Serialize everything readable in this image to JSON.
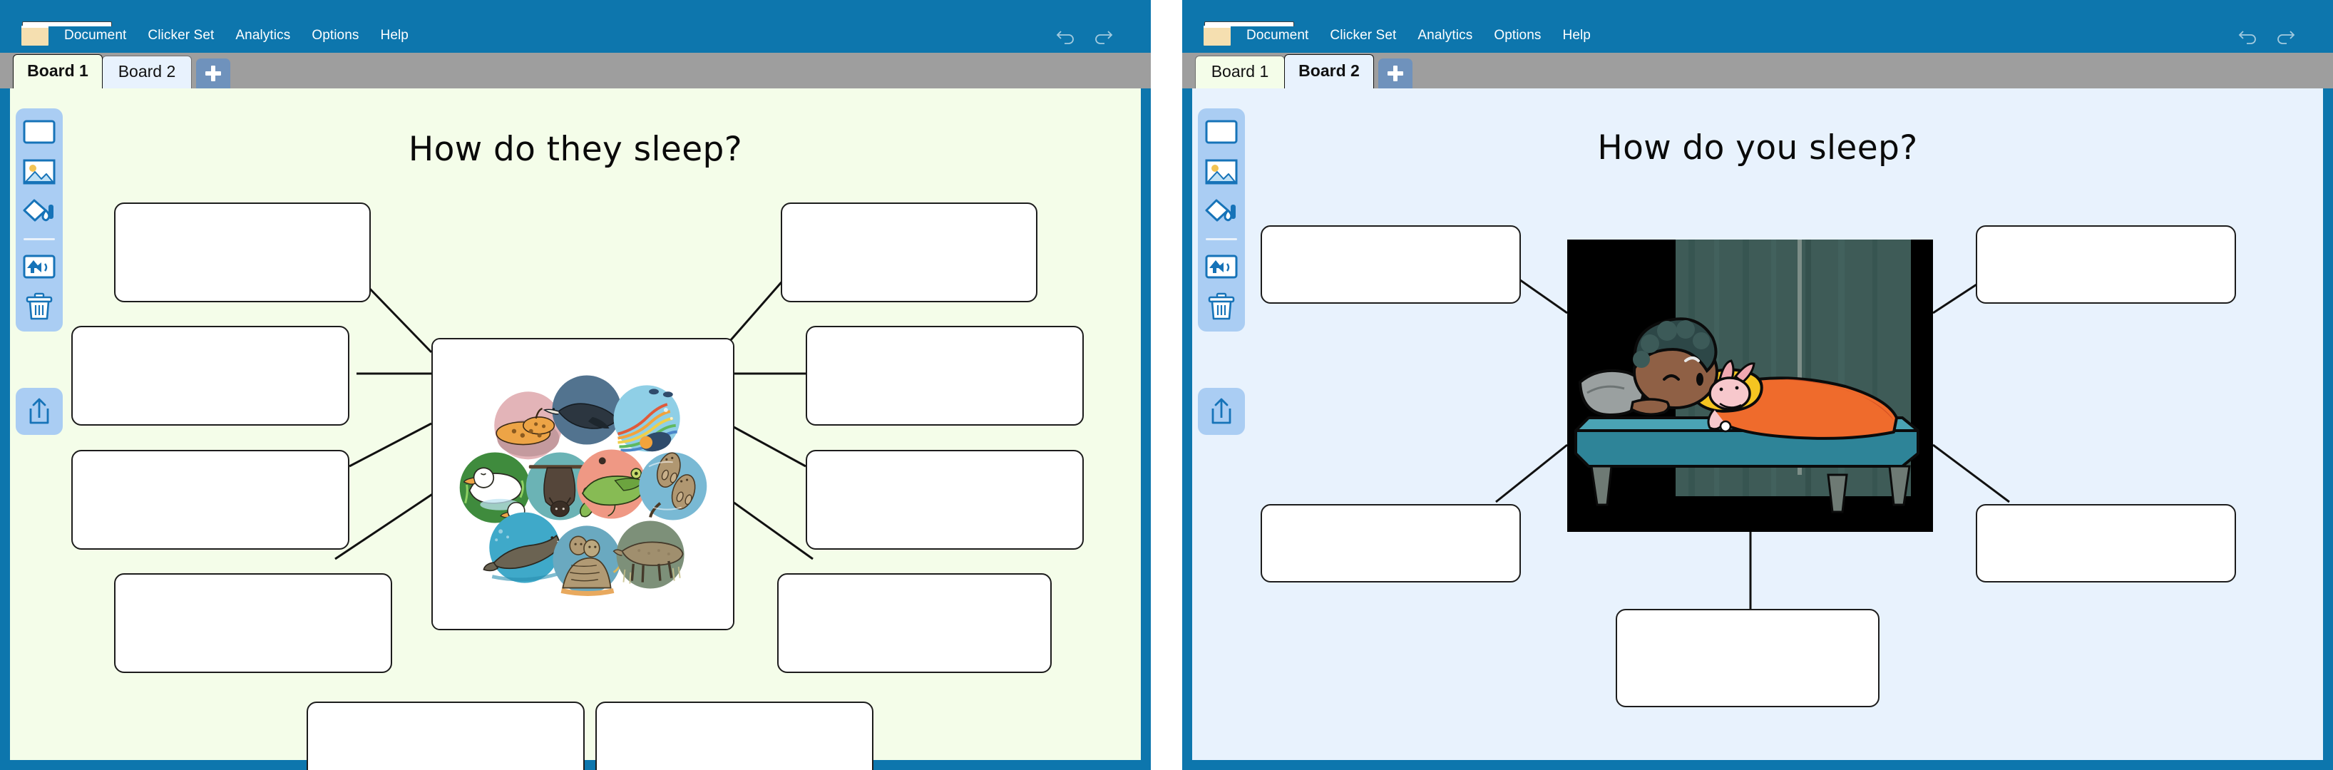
{
  "app": {
    "chrome_color": "#0d76ad",
    "tabbar_color": "#9e9e9e",
    "add_tab_color": "#6f92bc"
  },
  "windows": [
    {
      "id": "window-left",
      "folder_icon": "folder-icon",
      "menu": [
        {
          "label": "Document"
        },
        {
          "label": "Clicker Set"
        },
        {
          "label": "Analytics"
        },
        {
          "label": "Options"
        },
        {
          "label": "Help"
        }
      ],
      "undo_label": "undo-icon",
      "redo_label": "redo-icon",
      "tabs": [
        {
          "label": "Board 1",
          "active": true,
          "theme": "cream"
        },
        {
          "label": "Board 2",
          "active": false,
          "theme": "paleblue"
        }
      ],
      "add_tab_label": "+",
      "canvas_theme": "green",
      "canvas_color": "#f4fde9",
      "board_title": "How do they sleep?",
      "toolbar": [
        {
          "name": "add-text-box-tool",
          "icon": "blank-box-icon"
        },
        {
          "name": "add-picture-tool",
          "icon": "picture-icon"
        },
        {
          "name": "paint-fill-tool",
          "icon": "paint-icon"
        },
        {
          "name": "sound-record-tool",
          "icon": "speaker-icon"
        },
        {
          "name": "delete-tool",
          "icon": "trash-icon"
        }
      ],
      "share_tool": {
        "name": "share-tool",
        "icon": "share-icon"
      },
      "center_picture": "animal-sleep-collage",
      "boxes": [
        {
          "name": "cell-top-left",
          "value": ""
        },
        {
          "name": "cell-top-right",
          "value": ""
        },
        {
          "name": "cell-upper-left",
          "value": ""
        },
        {
          "name": "cell-upper-right",
          "value": ""
        },
        {
          "name": "cell-mid-left",
          "value": ""
        },
        {
          "name": "cell-mid-right",
          "value": ""
        },
        {
          "name": "cell-lower-left",
          "value": ""
        },
        {
          "name": "cell-lower-right",
          "value": ""
        },
        {
          "name": "cell-bottom-left",
          "value": ""
        },
        {
          "name": "cell-bottom-right",
          "value": ""
        }
      ]
    },
    {
      "id": "window-right",
      "folder_icon": "folder-icon",
      "menu": [
        {
          "label": "Document"
        },
        {
          "label": "Clicker Set"
        },
        {
          "label": "Analytics"
        },
        {
          "label": "Options"
        },
        {
          "label": "Help"
        }
      ],
      "undo_label": "undo-icon",
      "redo_label": "redo-icon",
      "tabs": [
        {
          "label": "Board 1",
          "active": false,
          "theme": "cream"
        },
        {
          "label": "Board 2",
          "active": true,
          "theme": "paleblue"
        }
      ],
      "add_tab_label": "+",
      "canvas_theme": "blue",
      "canvas_color": "#e8f2fd",
      "board_title": "How do you sleep?",
      "toolbar": [
        {
          "name": "add-text-box-tool",
          "icon": "blank-box-icon"
        },
        {
          "name": "add-picture-tool",
          "icon": "picture-icon"
        },
        {
          "name": "paint-fill-tool",
          "icon": "paint-icon"
        },
        {
          "name": "sound-record-tool",
          "icon": "speaker-icon"
        },
        {
          "name": "delete-tool",
          "icon": "trash-icon"
        }
      ],
      "share_tool": {
        "name": "share-tool",
        "icon": "share-icon"
      },
      "center_picture": "child-sleeping-in-bed",
      "boxes": [
        {
          "name": "cell-top-left",
          "value": ""
        },
        {
          "name": "cell-top-right",
          "value": ""
        },
        {
          "name": "cell-mid-left",
          "value": ""
        },
        {
          "name": "cell-mid-right",
          "value": ""
        },
        {
          "name": "cell-bottom",
          "value": ""
        }
      ]
    }
  ]
}
